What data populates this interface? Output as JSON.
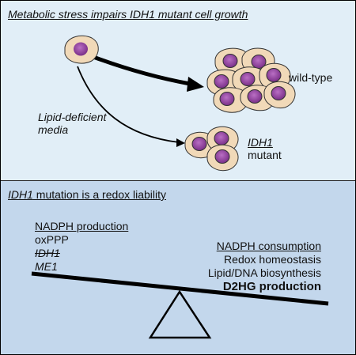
{
  "top_panel": {
    "title": "Metabolic stress impairs IDH1 mutant cell growth",
    "media_line1": "Lipid-deficient",
    "media_line2": "media",
    "wildtype_label": "wild-type",
    "mutant_label_line1": "IDH1",
    "mutant_label_line2": "mutant"
  },
  "bottom_panel": {
    "title_gene": "IDH1",
    "title_rest": " mutation is a redox liability",
    "production_header": "NADPH production",
    "production_items": [
      "oxPPP",
      "IDH1",
      "ME1"
    ],
    "consumption_header": "NADPH consumption",
    "consumption_items": [
      "Redox homeostasis",
      "Lipid/DNA biosynthesis",
      "D2HG production"
    ]
  },
  "colors": {
    "top_bg": "#e1eef7",
    "bottom_bg": "#c3d7ec",
    "cell_fill": "#f1d9b8",
    "nucleus_fill": "#8b3d97"
  }
}
